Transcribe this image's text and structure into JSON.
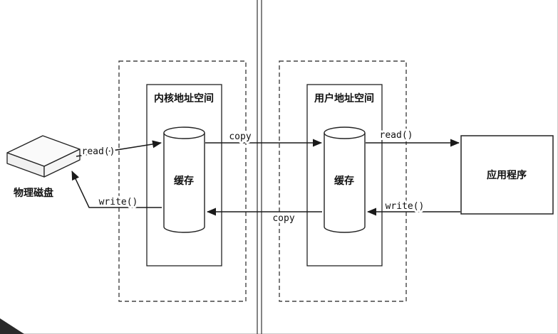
{
  "diagram": {
    "disk_label": "物理磁盘",
    "kernel_space": {
      "title": "内核地址空间",
      "cache_label": "缓存"
    },
    "user_space": {
      "title": "用户地址空间",
      "cache_label": "缓存"
    },
    "application_label": "应用程序",
    "arrow_labels": {
      "disk_read": "read()",
      "copy_kernel_to_user": "copy",
      "user_read": "read()",
      "app_write": "write()",
      "copy_user_to_kernel": "copy",
      "disk_write": "write()"
    },
    "colors": {
      "line": "#1a1a1a",
      "background": "#ffffff"
    }
  }
}
